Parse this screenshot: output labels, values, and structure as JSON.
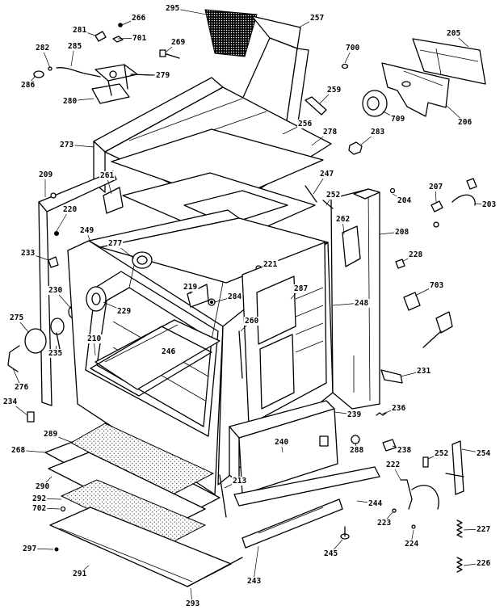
{
  "diagram": {
    "parts": [
      {
        "id": "part-295",
        "label": "295"
      },
      {
        "id": "part-266",
        "label": "266"
      },
      {
        "id": "part-281",
        "label": "281"
      },
      {
        "id": "part-701",
        "label": "701"
      },
      {
        "id": "part-269",
        "label": "269"
      },
      {
        "id": "part-257",
        "label": "257"
      },
      {
        "id": "part-700",
        "label": "700"
      },
      {
        "id": "part-205",
        "label": "205"
      },
      {
        "id": "part-282",
        "label": "282"
      },
      {
        "id": "part-285",
        "label": "285"
      },
      {
        "id": "part-286",
        "label": "286"
      },
      {
        "id": "part-279",
        "label": "279"
      },
      {
        "id": "part-280",
        "label": "280"
      },
      {
        "id": "part-259",
        "label": "259"
      },
      {
        "id": "part-709",
        "label": "709"
      },
      {
        "id": "part-206",
        "label": "206"
      },
      {
        "id": "part-256",
        "label": "256"
      },
      {
        "id": "part-278",
        "label": "278"
      },
      {
        "id": "part-283",
        "label": "283"
      },
      {
        "id": "part-273",
        "label": "273"
      },
      {
        "id": "part-247",
        "label": "247"
      },
      {
        "id": "part-208",
        "label": "208"
      },
      {
        "id": "part-261",
        "label": "261"
      },
      {
        "id": "part-204",
        "label": "204"
      },
      {
        "id": "part-207",
        "label": "207"
      },
      {
        "id": "part-203",
        "label": "203"
      },
      {
        "id": "part-252a",
        "label": "252"
      },
      {
        "id": "part-220",
        "label": "220"
      },
      {
        "id": "part-262",
        "label": "262"
      },
      {
        "id": "part-209",
        "label": "209"
      },
      {
        "id": "part-249",
        "label": "249"
      },
      {
        "id": "part-277",
        "label": "277"
      },
      {
        "id": "part-228",
        "label": "228"
      },
      {
        "id": "part-233",
        "label": "233"
      },
      {
        "id": "part-221",
        "label": "221"
      },
      {
        "id": "part-703",
        "label": "703"
      },
      {
        "id": "part-230",
        "label": "230"
      },
      {
        "id": "part-219",
        "label": "219"
      },
      {
        "id": "part-287",
        "label": "287"
      },
      {
        "id": "part-229",
        "label": "229"
      },
      {
        "id": "part-284",
        "label": "284"
      },
      {
        "id": "part-248",
        "label": "248"
      },
      {
        "id": "part-275",
        "label": "275"
      },
      {
        "id": "part-260",
        "label": "260"
      },
      {
        "id": "part-235",
        "label": "235"
      },
      {
        "id": "part-210",
        "label": "210"
      },
      {
        "id": "part-246",
        "label": "246"
      },
      {
        "id": "part-276",
        "label": "276"
      },
      {
        "id": "part-231",
        "label": "231"
      },
      {
        "id": "part-234",
        "label": "234"
      },
      {
        "id": "part-236",
        "label": "236"
      },
      {
        "id": "part-239",
        "label": "239"
      },
      {
        "id": "part-289",
        "label": "289"
      },
      {
        "id": "part-288",
        "label": "288"
      },
      {
        "id": "part-238",
        "label": "238"
      },
      {
        "id": "part-268",
        "label": "268"
      },
      {
        "id": "part-240",
        "label": "240"
      },
      {
        "id": "part-252b",
        "label": "252"
      },
      {
        "id": "part-254",
        "label": "254"
      },
      {
        "id": "part-222",
        "label": "222"
      },
      {
        "id": "part-290",
        "label": "290"
      },
      {
        "id": "part-213",
        "label": "213"
      },
      {
        "id": "part-292",
        "label": "292"
      },
      {
        "id": "part-244",
        "label": "244"
      },
      {
        "id": "part-702",
        "label": "702"
      },
      {
        "id": "part-223",
        "label": "223"
      },
      {
        "id": "part-227",
        "label": "227"
      },
      {
        "id": "part-224",
        "label": "224"
      },
      {
        "id": "part-297",
        "label": "297"
      },
      {
        "id": "part-245",
        "label": "245"
      },
      {
        "id": "part-291",
        "label": "291"
      },
      {
        "id": "part-243",
        "label": "243"
      },
      {
        "id": "part-226",
        "label": "226"
      },
      {
        "id": "part-293",
        "label": "293"
      }
    ]
  }
}
